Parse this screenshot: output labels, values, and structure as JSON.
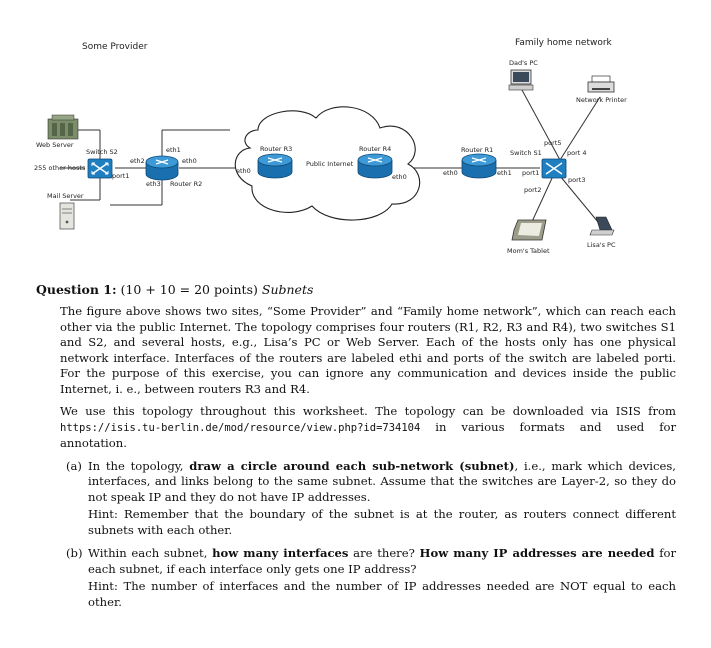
{
  "diagram": {
    "site_left": "Some Provider",
    "site_right": "Family home network",
    "labels": {
      "web_server": "Web Server",
      "switch_s2": "Switch S2",
      "other_hosts": "255 other hosts",
      "mail_server": "Mail Server",
      "eth1_r2": "eth1",
      "eth2_r2": "eth2",
      "eth0_r2": "eth0",
      "eth3_r2": "eth3",
      "router_r2": "Router R2",
      "port1_s2": "port1",
      "router_r3": "Router R3",
      "eth0_r3": "eth0",
      "public_internet": "Public Internet",
      "router_r4": "Router R4",
      "eth0_r4": "eth0",
      "router_r1": "Router R1",
      "eth0_r1": "eth0",
      "eth1_r1": "eth1",
      "switch_s1": "Switch S1",
      "port5": "port5",
      "port4": "port 4",
      "port1_s1": "port1",
      "port3": "port3",
      "port2": "port2",
      "dads_pc": "Dad's PC",
      "network_printer": "Network Printer",
      "moms_tablet": "Mom's Tablet",
      "lisas_pc": "Lisa's PC"
    }
  },
  "question": {
    "number": "Question 1:",
    "points": "(10 + 10 = 20 points)",
    "topic": "Subnets",
    "intro_1": "The figure above shows two sites, “Some Provider” and “Family home network”, which can reach each other via the public Internet. The topology comprises four routers (R1, R2, R3 and R4), two switches S1 and S2, and several hosts, e.g., Lisa’s PC or Web Server. Each of the hosts only has one physical network interface. Interfaces of the routers are labeled ethi and ports of the switch are labeled porti. For the purpose of this exercise, you can ignore any communication and devices inside the public Internet, i. e., between routers R3 and R4.",
    "intro_2_pre": "We use this topology throughout this worksheet. The topology can be downloaded via ISIS from",
    "intro_2_url": "https://isis.tu-berlin.de/mod/resource/view.php?id=734104",
    "intro_2_post": "in various formats and used for annotation.",
    "items": [
      {
        "tag": "(a)",
        "pre": "In the topology,",
        "bold": "draw a circle around each sub-network (subnet)",
        "post": ", i.e., mark which devices, interfaces, and links belong to the same subnet. Assume that the switches are Layer-2, so they do not speak IP and they do not have IP addresses.",
        "hint": "Hint: Remember that the boundary of the subnet is at the router, as routers connect different subnets with each other."
      },
      {
        "tag": "(b)",
        "pre": "Within each subnet,",
        "bold": "how many interfaces",
        "mid": "are there?",
        "bold2": "How many IP addresses are needed",
        "post": "for each subnet, if each interface only gets one IP address?",
        "hint": "Hint: The number of interfaces and the number of IP addresses needed are NOT equal to each other."
      }
    ]
  }
}
